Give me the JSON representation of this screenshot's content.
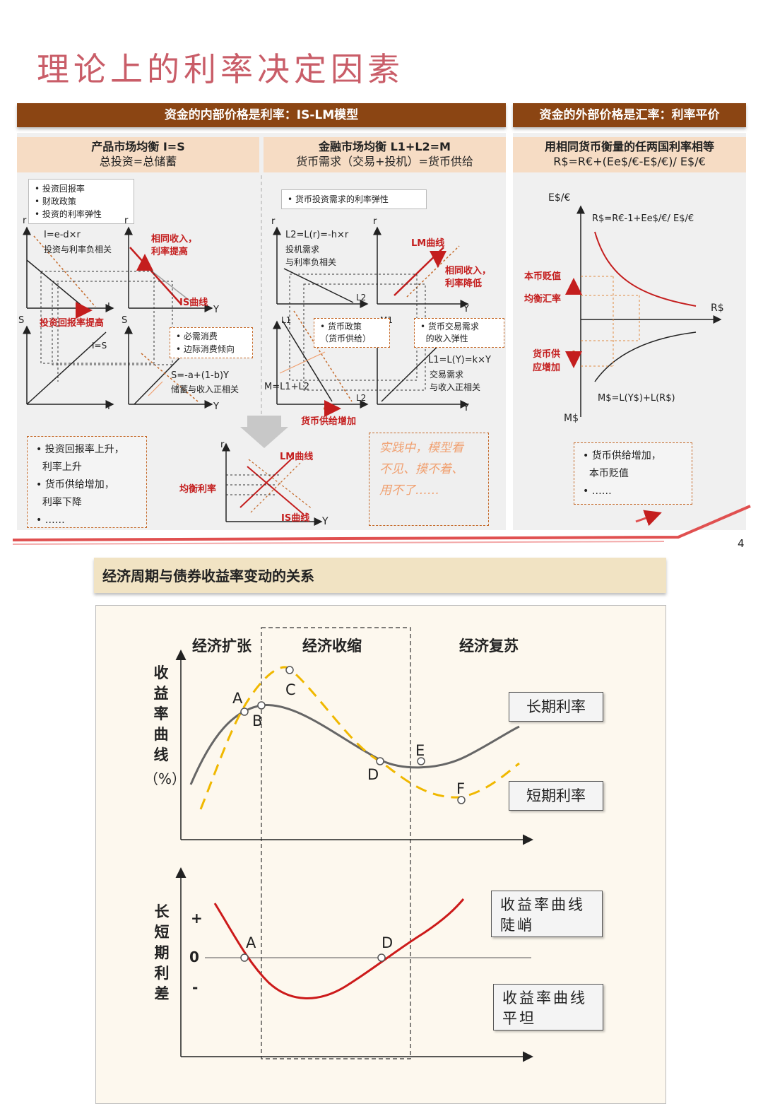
{
  "page": {
    "title": "理论上的利率决定因素",
    "page_number": "4"
  },
  "top": {
    "left_band": "资金的内部价格是利率：IS-LM模型",
    "right_band": "资金的外部价格是汇率：利率平价",
    "col1": {
      "head": "产品市场均衡 I=S",
      "sub": "总投资=总储蓄"
    },
    "col2": {
      "head": "金融市场均衡 L1+L2=M",
      "sub": "货币需求（交易+投机）=货币供给"
    },
    "col3": {
      "head": "用相同货币衡量的任两国利率相等",
      "sub": "R$=R€+(Ee$/€-E$/€)/ E$/€"
    },
    "is": {
      "factors": [
        "投资回报率",
        "财政政策",
        "投资的利率弹性"
      ],
      "formula": "I=e-d×r",
      "formula_note": "投资与利率负相关",
      "same_income": "相同收入，",
      "rate_up": "利率提高",
      "is_curve": "IS曲线",
      "invest_up": "投资回报率提高",
      "is_line": "I=S",
      "saving_factors": [
        "必需消费",
        "边际消费倾向"
      ],
      "saving_formula": "S=-a+(1-b)Y",
      "saving_note": "储蓄与收入正相关",
      "axis_r": "r",
      "axis_y": "Y",
      "axis_s": "S",
      "axis_i": "I"
    },
    "lm": {
      "elasticity": "货币投资需求的利率弹性",
      "formula": "L2=L(r)=-h×r",
      "note1": "投机需求",
      "note2": "与利率负相关",
      "lm_curve": "LM曲线",
      "same_income": "相同收入，",
      "rate_down": "利率降低",
      "policy": [
        "货币政策",
        "（货币供给）"
      ],
      "trade": [
        "货币交易需求",
        "的收入弹性"
      ],
      "l1_formula": "L1=L(Y)=k×Y",
      "l1_note1": "交易需求",
      "l1_note2": "与收入正相关",
      "m_eq": "M=L1+L2",
      "supply_up": "货币供给增加",
      "axis_l1": "L1",
      "axis_l2": "L2",
      "axis_m1": "M1"
    },
    "fx": {
      "axis_e": "E$/€",
      "axis_r": "R$",
      "axis_m": "M$",
      "top_curve": "R$=R€-1+Ee$/€/ E$/€",
      "bottom_curve": "M$=L(Y$)+L(R$)",
      "depreciation": "本币贬值",
      "eq_rate": "均衡汇率",
      "supply_up": [
        "货币供",
        "应增加"
      ]
    },
    "notes": {
      "left": [
        "投资回报率上升，",
        "利率上升",
        "货币供给增加，",
        "利率下降",
        "……"
      ],
      "practice": [
        "实践中，模型看",
        "不见、摸不着、",
        "用不了……"
      ],
      "right": [
        "货币供给增加，",
        "本币贬值",
        "……"
      ]
    },
    "equilibrium": {
      "lm": "LM曲线",
      "is": "IS曲线",
      "rate": "均衡利率",
      "r": "r",
      "y": "Y"
    }
  },
  "bottom": {
    "title": "经济周期与债券收益率变动的关系",
    "phases": [
      "经济扩张",
      "经济收缩",
      "经济复苏"
    ],
    "ylabel_top": [
      "收",
      "益",
      "率",
      "曲",
      "线",
      "（%）"
    ],
    "ylabel_bottom": [
      "长",
      "短",
      "期",
      "利",
      "差"
    ],
    "points_top": [
      "A",
      "B",
      "C",
      "D",
      "E",
      "F"
    ],
    "points_bottom": [
      "A",
      "D"
    ],
    "legend_long": "长期利率",
    "legend_short": "短期利率",
    "steep": [
      "收益率曲线",
      "陡峭"
    ],
    "flat": [
      "收益率曲线",
      "平坦"
    ],
    "signs": [
      "+",
      "0",
      "-"
    ],
    "colors": {
      "long": "#666666",
      "short": "#f0b800",
      "spread": "#cc1a1a"
    }
  }
}
